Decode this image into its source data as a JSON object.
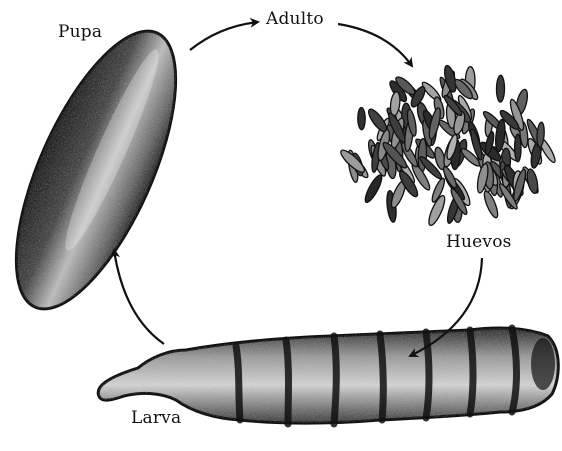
{
  "stages": {
    "pupa": "Pupa",
    "adulto": "Adulto",
    "huevos": "Huevos",
    "larva": "Larva"
  },
  "colors": {
    "ink": "#111111",
    "shade": "#555555",
    "background": "#ffffff"
  }
}
